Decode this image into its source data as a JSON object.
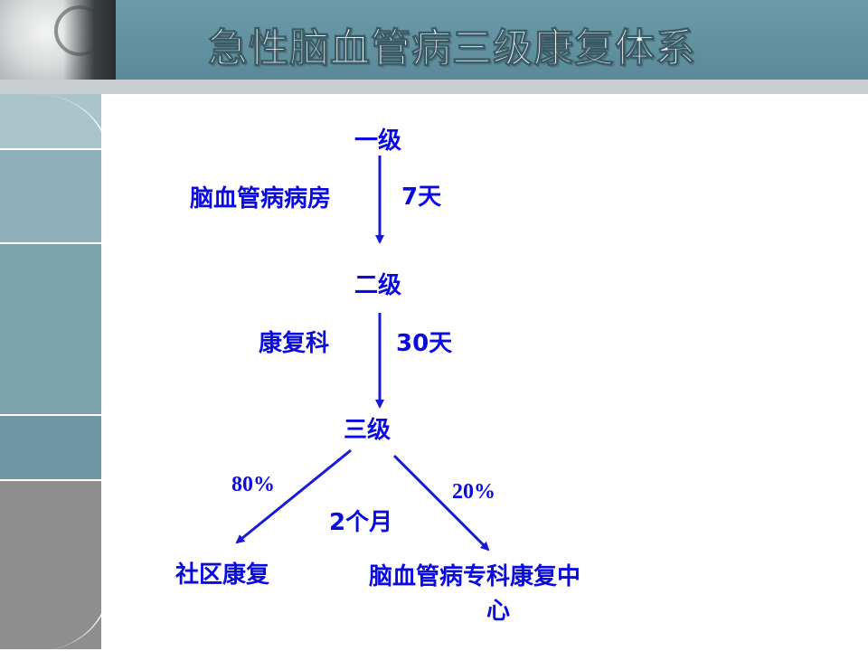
{
  "title": "急性脑血管病三级康复体系",
  "levels": {
    "level1": "一级",
    "level2": "二级",
    "level3": "三级"
  },
  "stage1": {
    "place": "脑血管病病房",
    "duration": "7天"
  },
  "stage2": {
    "place": "康复科",
    "duration": "30天"
  },
  "stage3": {
    "left_percent": "80%",
    "right_percent": "20%",
    "duration": "2个月",
    "left_dest": "社区康复",
    "right_dest_line1": "脑血管病专科康复中",
    "right_dest_line2": "心"
  },
  "colors": {
    "arrow": "#1a1ad6",
    "text": "#0a0ae0",
    "header": "#6c9aa8"
  }
}
